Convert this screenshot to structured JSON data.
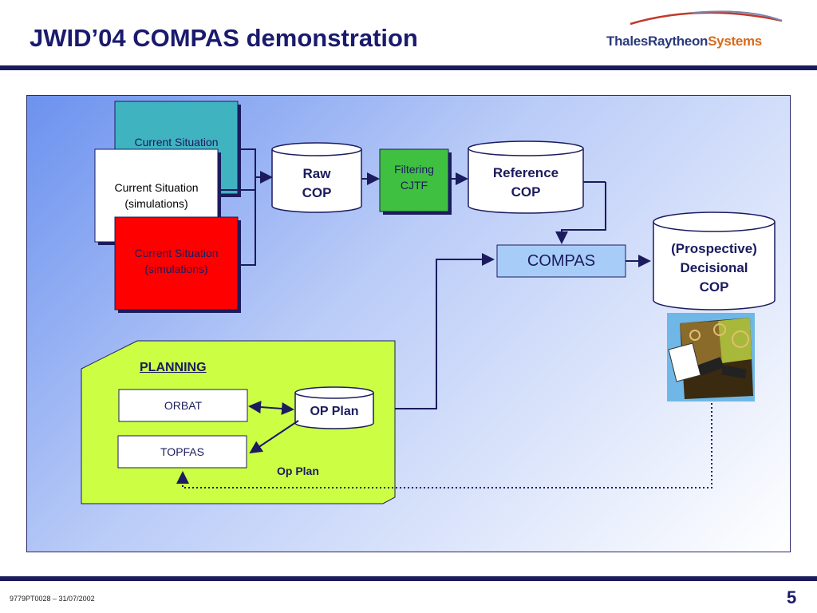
{
  "slide": {
    "title": "JWID’04 COMPAS demonstration",
    "logo": {
      "part1": "ThalesRaytheon",
      "part2": "Systems"
    },
    "footer": "9779PT0028 – 31/07/2002",
    "page_number": "5"
  },
  "diagram": {
    "situation_top": "Current Situation",
    "situation_white": [
      "Current Situation",
      "(simulations)"
    ],
    "situation_red": [
      "Current Situation",
      "(simulations)"
    ],
    "raw_cop": [
      "Raw",
      "COP"
    ],
    "filtering": [
      "Filtering",
      "CJTF"
    ],
    "reference_cop": [
      "Reference",
      "COP"
    ],
    "compas": "COMPAS",
    "decisional_cop": [
      "(Prospective)",
      "Decisional",
      "COP"
    ],
    "planning_title": "PLANNING",
    "orbat": "ORBAT",
    "topfas": "TOPFAS",
    "op_plan_db": "OP Plan",
    "op_plan_label": "Op Plan"
  },
  "colors": {
    "navy": "#1b1b5e",
    "teal": "#40b3c0",
    "red": "#ff0000",
    "green": "#40c040",
    "lime": "#ccff44",
    "compas_fill": "#a8ccf8"
  }
}
